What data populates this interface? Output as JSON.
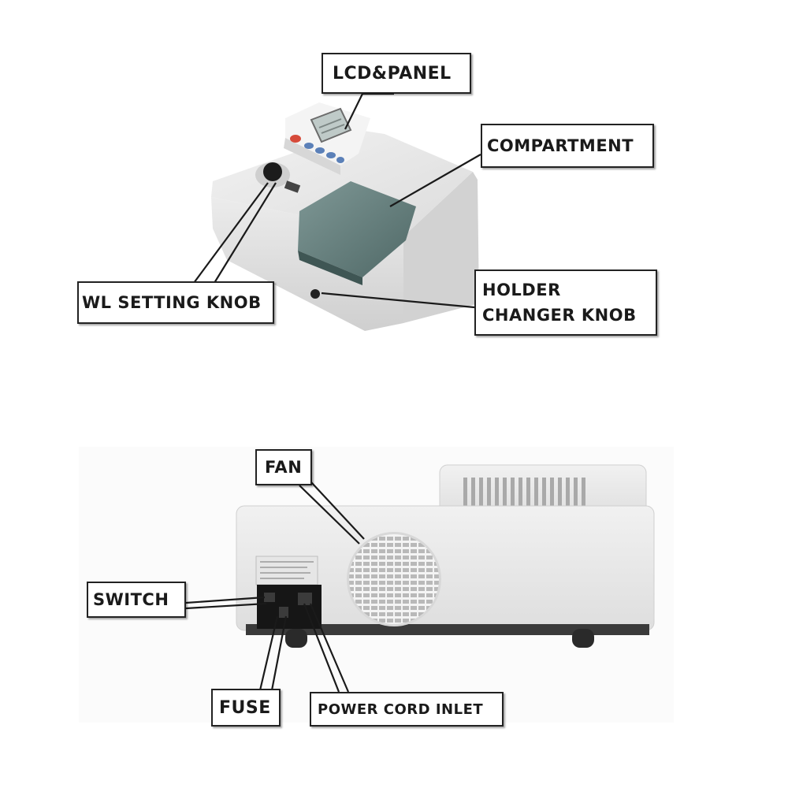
{
  "labels": {
    "lcd_panel": "LCD&PANEL",
    "compartment": "COMPARTMENT",
    "holder_line1": "HOLDER",
    "holder_line2": "CHANGER KNOB",
    "wl_setting_knob": "WL SETTING KNOB",
    "fan": "FAN",
    "switch": "SWITCH",
    "fuse": "FUSE",
    "power_cord_inlet": "POWER CORD INLET"
  },
  "colors": {
    "body_light": "#e9e9e9",
    "body_mid": "#d4d4d4",
    "lid_teal": "#5f7a78",
    "label_border": "#222222",
    "leader_line": "#1a1a1a"
  }
}
